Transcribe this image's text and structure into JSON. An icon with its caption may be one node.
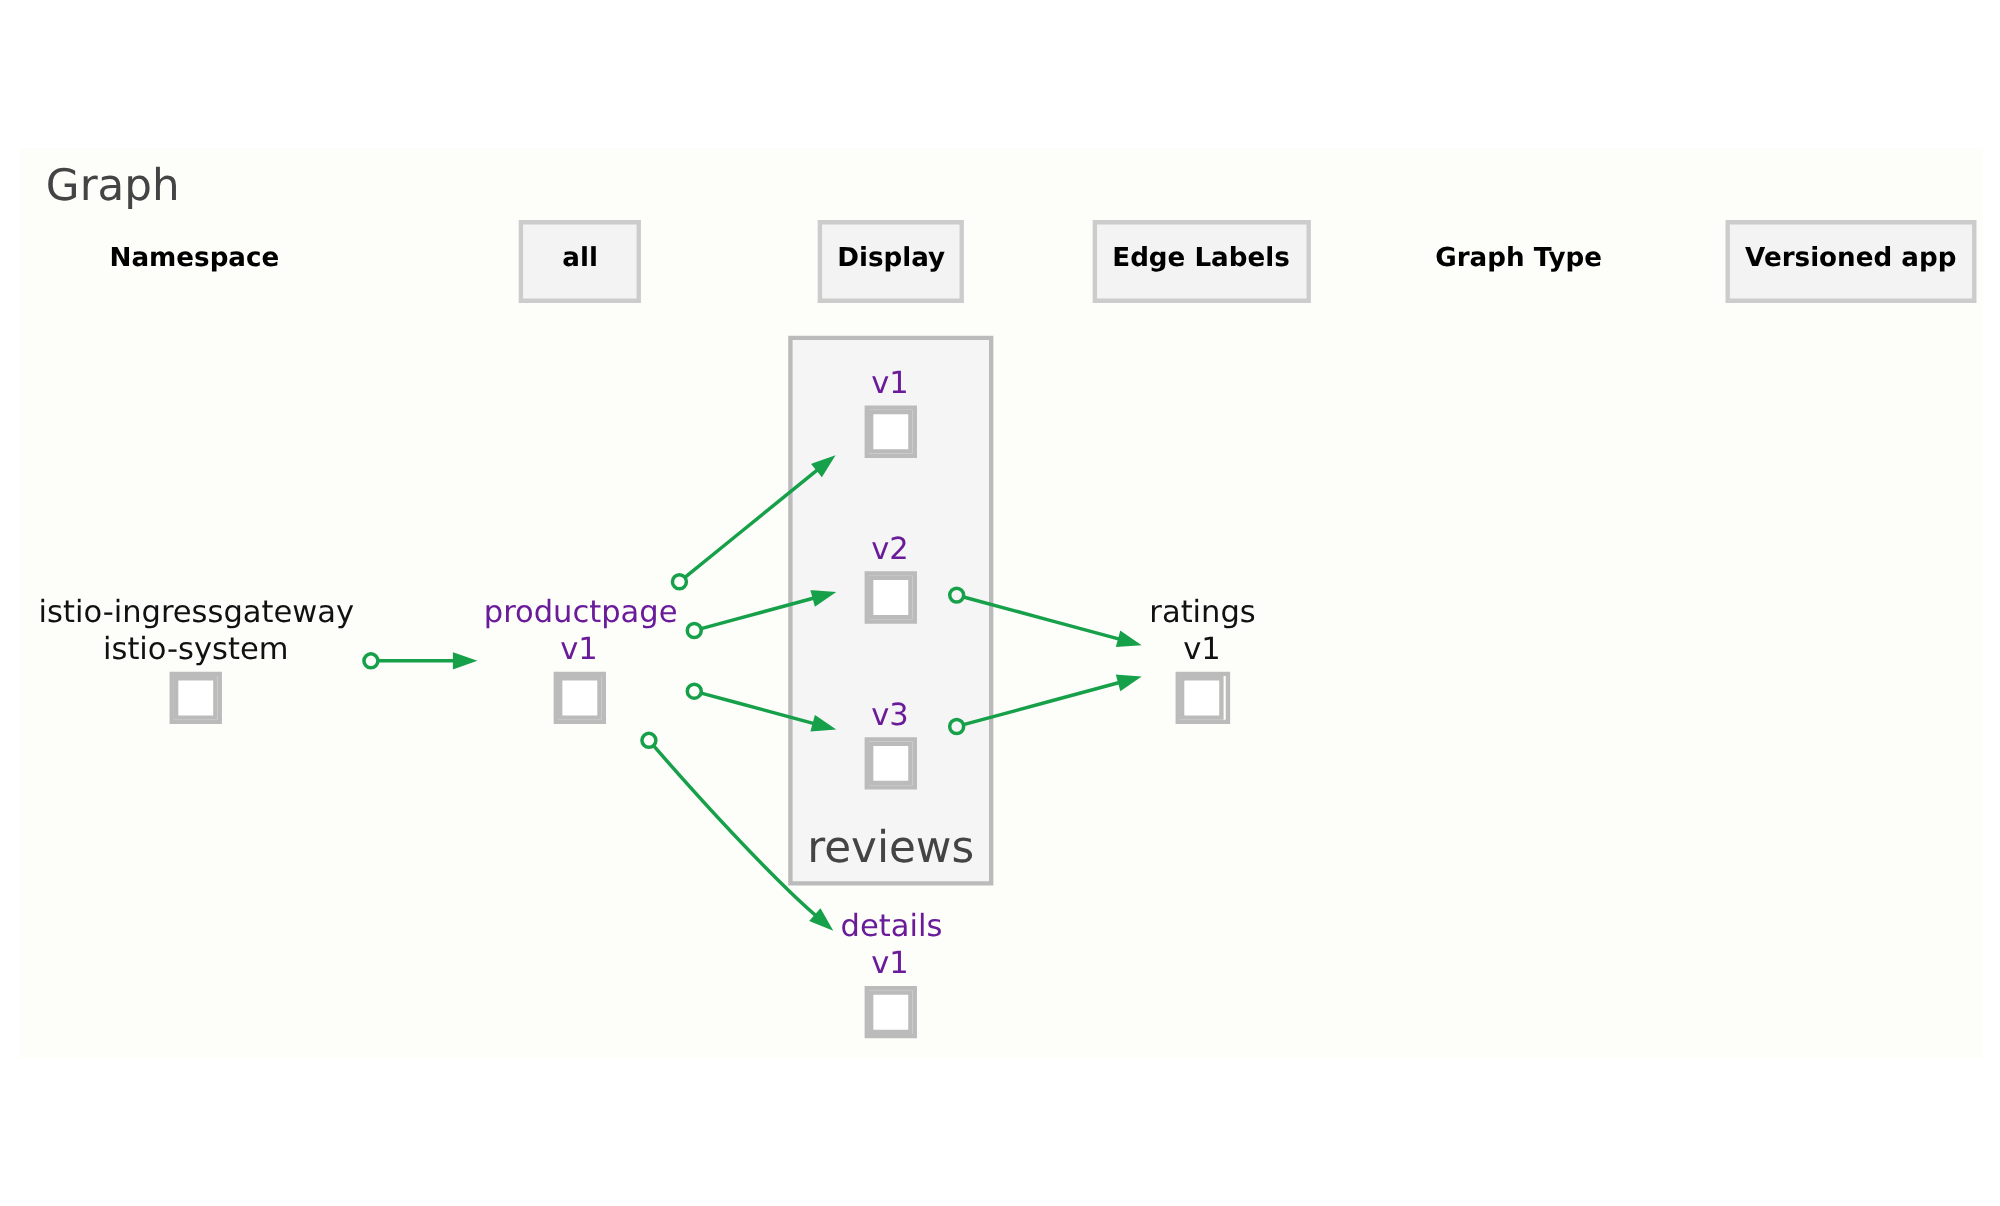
{
  "diagram": {
    "title": "Graph",
    "nodes": [
      {
        "text": [
          "istio-ingressgateway",
          "istio-system"
        ]
      },
      {
        "text": [
          "productpage",
          "v1"
        ]
      },
      {
        "text": [
          "reviews"
        ]
      },
      {
        "text": [
          "v1"
        ],
        "in": 2
      },
      {
        "text": [
          "v2"
        ],
        "in": 2
      },
      {
        "text": [
          "v3"
        ],
        "in": 2
      },
      {
        "text": [
          "ratings",
          "v1"
        ]
      },
      {
        "text": [
          "details",
          "v1"
        ]
      }
    ],
    "edges": [
      {
        "from": 0,
        "to": 1,
        "arrow": "to"
      },
      {
        "from": 1,
        "to": 3,
        "arrow": "to"
      },
      {
        "from": 1,
        "to": 4,
        "arrow": "to"
      },
      {
        "from": 1,
        "to": 5,
        "arrow": "to"
      },
      {
        "from": 1,
        "to": 7,
        "arrow": "to"
      },
      {
        "from": 4,
        "to": 6,
        "arrow": "to"
      },
      {
        "from": 5,
        "to": 6,
        "arrow": "to"
      }
    ],
    "labels": [
      "Namespace",
      "all",
      "Display",
      "Edge Labels",
      "Graph Type",
      "Versioned app"
    ]
  }
}
